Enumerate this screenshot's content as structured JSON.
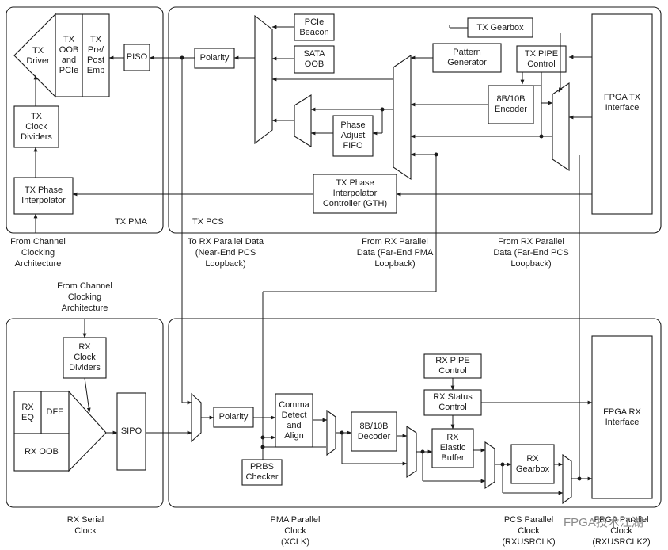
{
  "sections": {
    "tx_pma": "TX PMA",
    "tx_pcs": "TX PCS"
  },
  "tx_blocks": {
    "tx_driver": "TX\nDriver",
    "tx_oob_pcie": "TX\nOOB\nand\nPCIe",
    "tx_pre_post_emp": "TX\nPre/\nPost\nEmp",
    "piso": "PISO",
    "tx_clock_dividers": "TX\nClock\nDividers",
    "tx_phase_interpolator": "TX Phase\nInterpolator",
    "polarity": "Polarity",
    "pcie_beacon": "PCIe\nBeacon",
    "sata_oob": "SATA\nOOB",
    "phase_adjust_fifo": "Phase\nAdjust\nFIFO",
    "pattern_generator": "Pattern\nGenerator",
    "tx_gearbox": "TX Gearbox",
    "tx_pipe_control": "TX PIPE\nControl",
    "encoder": "8B/10B\nEncoder",
    "fpga_tx_interface": "FPGA TX\nInterface",
    "tx_phase_interp_controller": "TX Phase\nInterpolator\nController (GTH)"
  },
  "rx_blocks": {
    "rx_clock_dividers": "RX\nClock\nDividers",
    "rx_eq": "RX\nEQ",
    "dfe": "DFE",
    "rx_oob": "RX OOB",
    "sipo": "SIPO",
    "polarity": "Polarity",
    "comma_detect_align": "Comma\nDetect\nand\nAlign",
    "decoder": "8B/10B\nDecoder",
    "prbs_checker": "PRBS\nChecker",
    "rx_pipe_control": "RX PIPE\nControl",
    "rx_status_control": "RX Status\nControl",
    "rx_elastic_buffer": "RX\nElastic\nBuffer",
    "rx_gearbox": "RX\nGearbox",
    "fpga_rx_interface": "FPGA RX\nInterface"
  },
  "annotations": {
    "from_channel_clocking_tx": "From Channel\nClocking\nArchitecture",
    "to_rx_parallel_data": "To RX Parallel Data\n(Near-End PCS\nLoopback)",
    "from_rx_far_end_pma": "From RX Parallel\nData (Far-End PMA\nLoopback)",
    "from_rx_far_end_pcs": "From RX Parallel\nData (Far-End PCS\nLoopback)",
    "from_channel_clocking_rx": "From Channel\nClocking\nArchitecture",
    "rx_serial_clock": "RX Serial\nClock",
    "pma_parallel_clock": "PMA Parallel\nClock\n(XCLK)",
    "pcs_parallel_clock": "PCS Parallel\nClock\n(RXUSRCLK)",
    "rxusrclk2": "FPGA Parallel\nClock\n(RXUSRCLK2)"
  },
  "watermark": "FPGA技术江湖",
  "colors": {
    "line": "#1a1a1a",
    "background": "#ffffff"
  }
}
